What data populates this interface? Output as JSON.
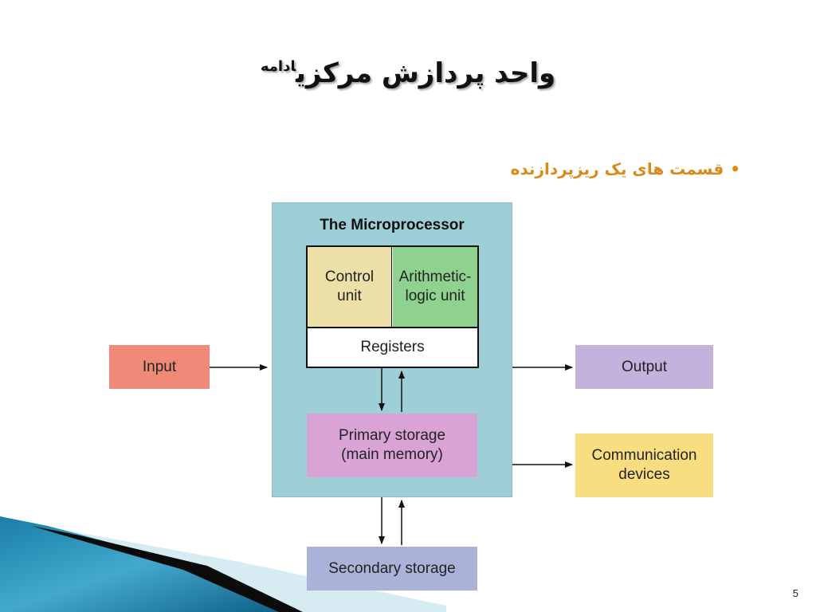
{
  "slide": {
    "title_main": "واحد پردازش مرکزی",
    "title_sup": "ادامه",
    "bullet_text": "قسمت های یک ریزپردازنده",
    "page_number": "5"
  },
  "diagram": {
    "microprocessor_label": "The Microprocessor",
    "control_unit": "Control unit",
    "alu": "Arithmetic-logic unit",
    "registers": "Registers",
    "primary_storage": "Primary storage (main memory)",
    "input": "Input",
    "output": "Output",
    "communication": "Communication devices",
    "secondary_storage": "Secondary storage"
  },
  "colors": {
    "microprocessor_bg": "#9fcfd6",
    "control_unit_bg": "#ecdfa8",
    "alu_bg": "#8fd28f",
    "primary_storage_bg": "#d9a3d6",
    "input_bg": "#f08a78",
    "output_bg": "#c2b2dc",
    "communication_bg": "#f8de80",
    "secondary_storage_bg": "#aab2d8",
    "bullet_color": "#d98a1a"
  }
}
